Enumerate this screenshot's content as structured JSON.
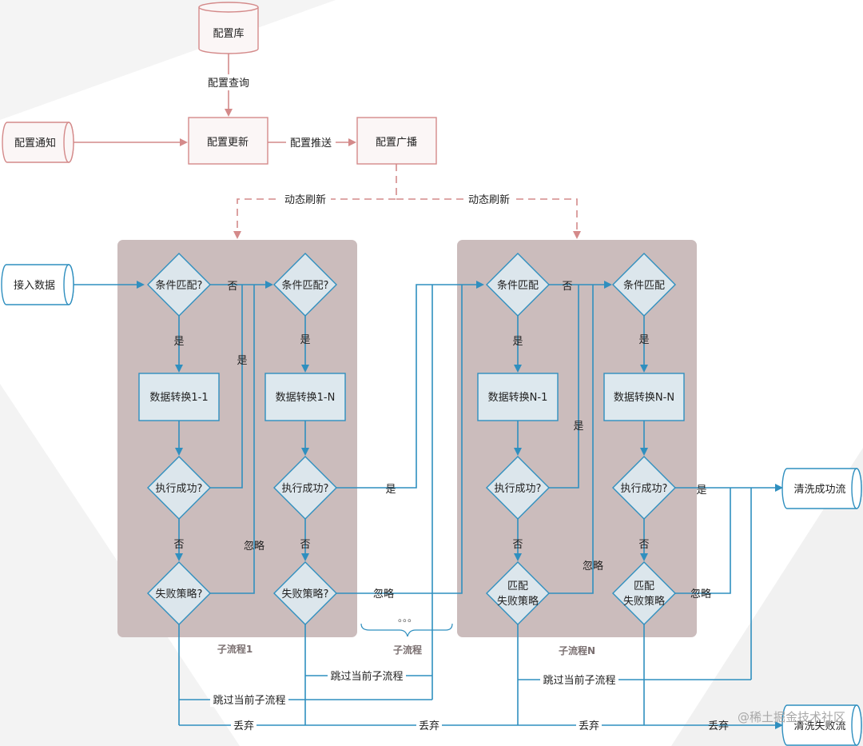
{
  "config": {
    "db": "配置库",
    "query": "配置查询",
    "update": "配置更新",
    "notify": "配置通知",
    "push": "配置推送",
    "broadcast": "配置广播",
    "refresh_left": "动态刷新",
    "refresh_right": "动态刷新"
  },
  "input": "接入数据",
  "outputs": {
    "success": "清洗成功流",
    "fail": "清洗失败流"
  },
  "labels": {
    "yes": "是",
    "no": "否",
    "ignore": "忽略",
    "discard": "丢弃",
    "skip": "跳过当前子流程",
    "ellipsis": "。。。"
  },
  "subflow1": {
    "title": "子流程1",
    "cond_a": "条件匹配?",
    "cond_b": "条件匹配?",
    "conv_a": "数据转换1-1",
    "conv_b": "数据转换1-N",
    "exec_a": "执行成功?",
    "exec_b": "执行成功?",
    "fail_a": "失败策略?",
    "fail_b": "失败策略?"
  },
  "subflow_mid": {
    "title": "子流程"
  },
  "subflowN": {
    "title": "子流程N",
    "cond_a": "条件匹配",
    "cond_b": "条件匹配",
    "conv_a": "数据转换N-1",
    "conv_b": "数据转换N-N",
    "exec_a": "执行成功?",
    "exec_b": "执行成功?",
    "fail_a_l1": "匹配",
    "fail_a_l2": "失败策略",
    "fail_b_l1": "匹配",
    "fail_b_l2": "失败策略"
  },
  "watermark": "@稀土掘金技术社区"
}
